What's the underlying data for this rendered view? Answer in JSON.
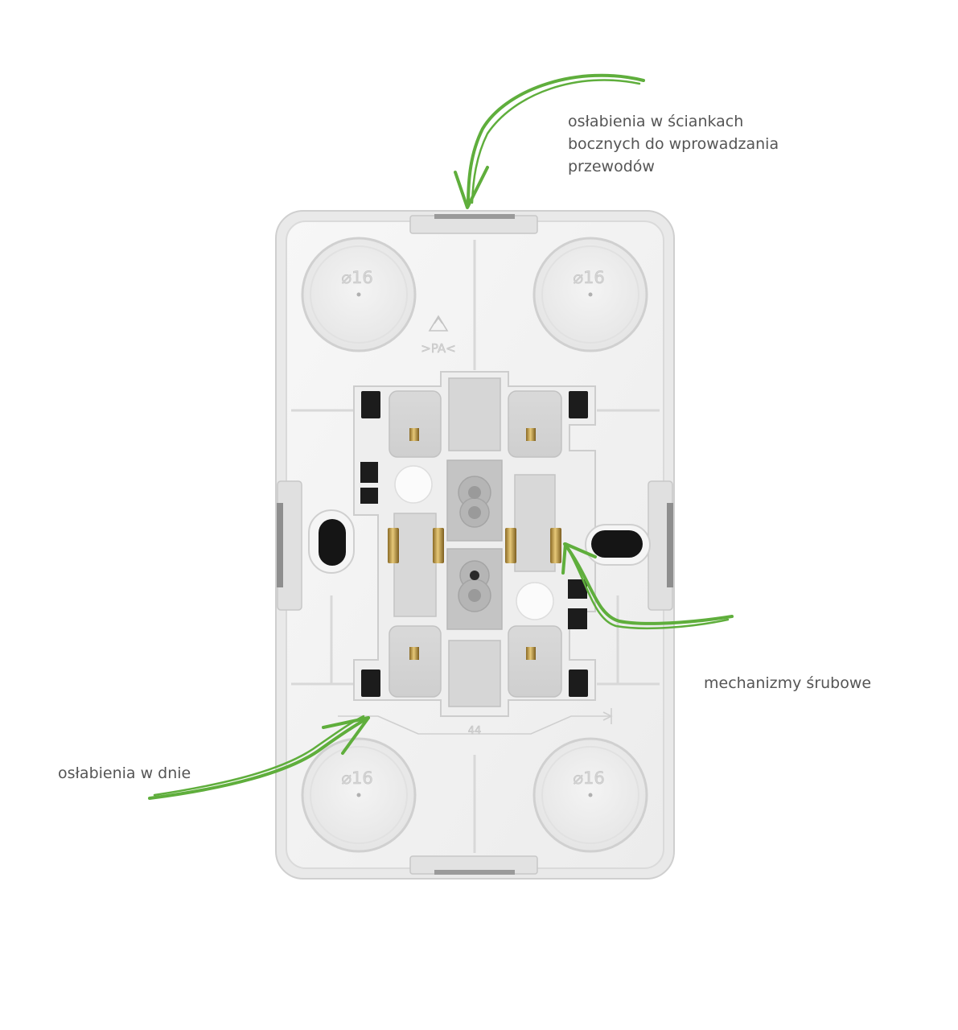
{
  "annotations": {
    "side_knockouts": {
      "lines": [
        "osłabienia w ściankach",
        "bocznych do wprowadzania",
        "przewodów"
      ]
    },
    "screw_mechanisms": {
      "lines": [
        "mechanizmy śrubowe"
      ]
    },
    "bottom_knockouts": {
      "lines": [
        "osłabienia w dnie"
      ]
    }
  },
  "housing": {
    "knockout_label": "⌀16",
    "material_mark": ">PA<",
    "dimension_mark": "44"
  },
  "colors": {
    "arrow": "#5fae3c",
    "housing_body": "#f3f3f3",
    "housing_edge": "#d2d2d2",
    "terminal_metal": "#c9a44a",
    "cavity_dark": "#1c1c1c",
    "label_text": "#555555"
  }
}
